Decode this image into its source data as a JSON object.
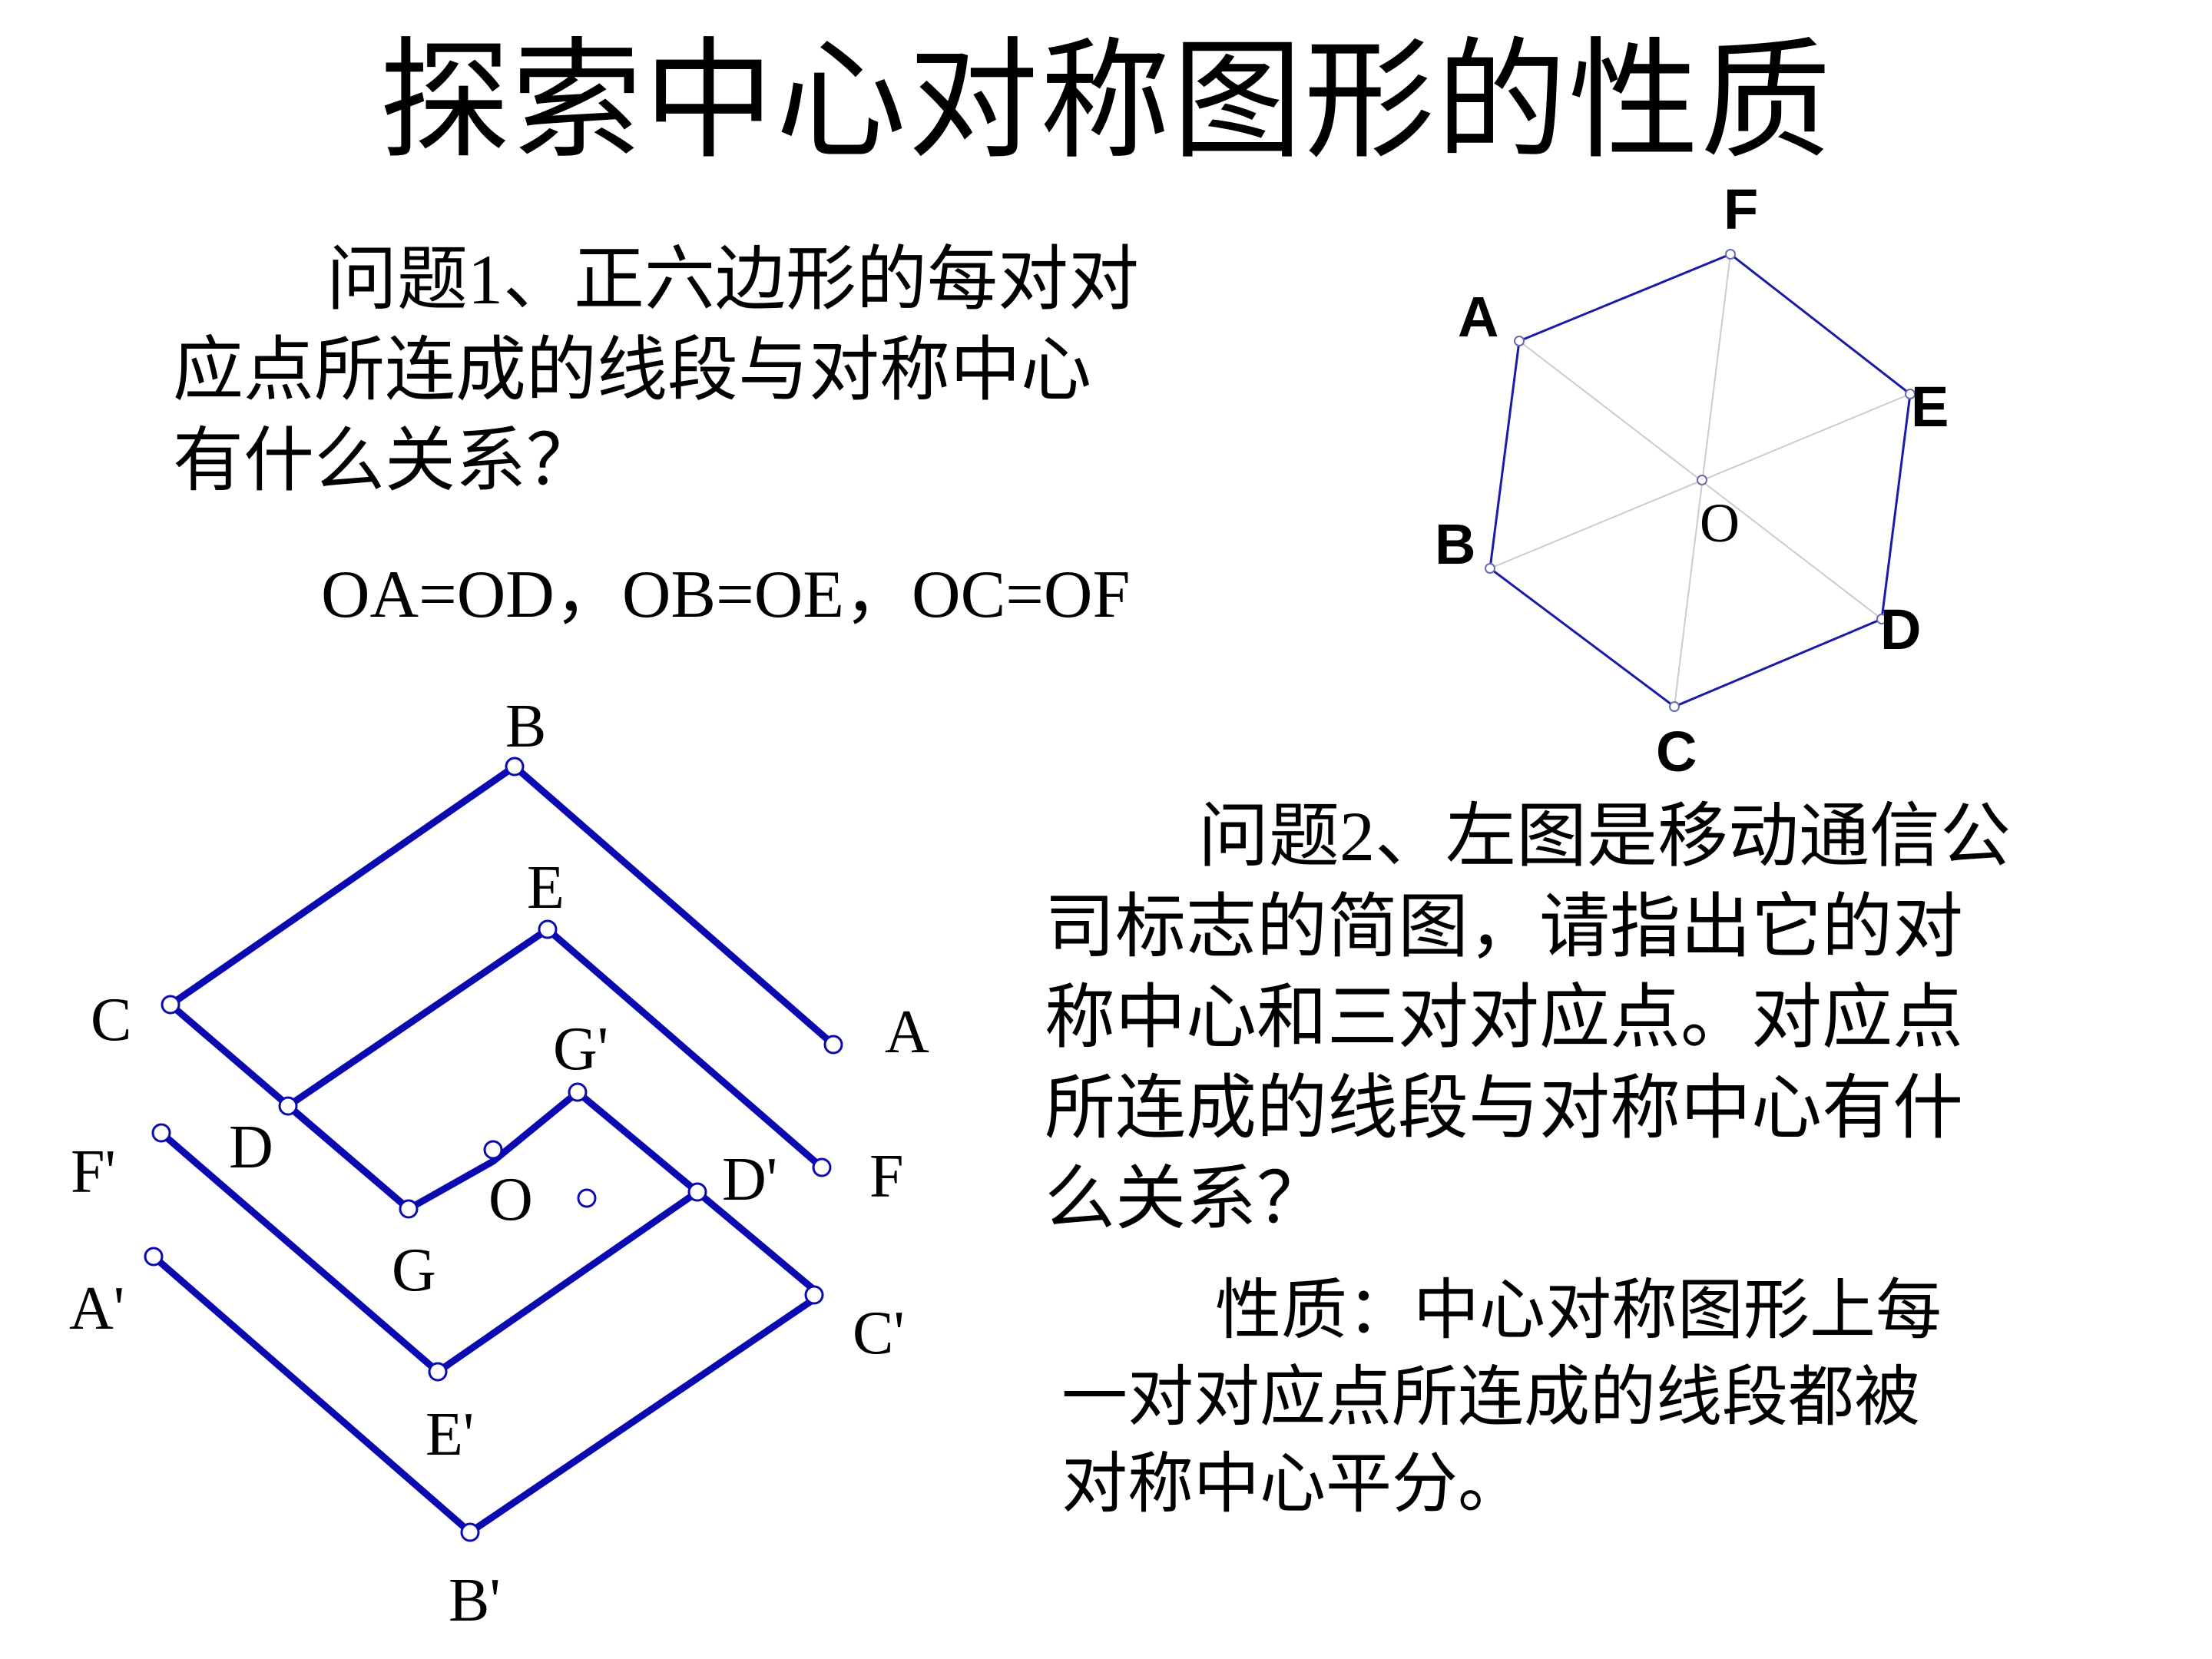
{
  "title": "探索中心对称图形的性质",
  "question1": {
    "lines": [
      "问题1、正六边形的每对对",
      "应点所连成的线段与对称中心",
      "有什么关系？"
    ],
    "answer": "OA=OD，OB=OE，OC=OF"
  },
  "hexagon": {
    "labels": {
      "F": "F",
      "A": "A",
      "E": "E",
      "B": "B",
      "O": "O",
      "D": "D",
      "C": "C"
    },
    "stroke_color": "#1a1aa8",
    "diagonal_color": "#cccccc"
  },
  "logo": {
    "labels": {
      "B": "B",
      "E": "E",
      "C": "C",
      "A": "A",
      "G_prime": "G'",
      "D": "D",
      "F_prime": "F'",
      "O": "O",
      "D_prime": "D'",
      "F": "F",
      "G": "G",
      "A_prime": "A'",
      "C_prime": "C'",
      "E_prime": "E'",
      "B_prime": "B'"
    },
    "stroke_color": "#0a0ab0"
  },
  "question2": {
    "lines": [
      "问题2、左图是移动通信公",
      "司标志的简图，请指出它的对",
      "称中心和三对对应点。对应点",
      "所连成的线段与对称中心有什",
      "么关系？"
    ]
  },
  "property": {
    "lines": [
      "性质：中心对称图形上每",
      "一对对应点所连成的线段都被",
      "对称中心平分。"
    ]
  }
}
